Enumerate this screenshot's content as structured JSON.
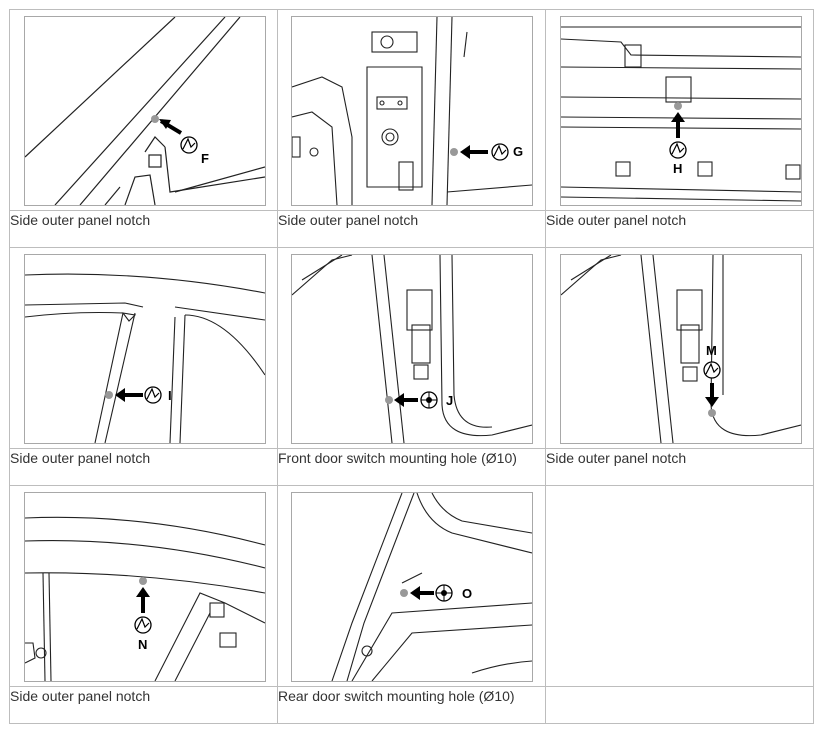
{
  "panels": [
    {
      "letter": "F",
      "caption": "Side outer panel notch",
      "symbol": "notch"
    },
    {
      "letter": "G",
      "caption": "Side outer panel notch",
      "symbol": "notch"
    },
    {
      "letter": "H",
      "caption": "Side outer panel notch",
      "symbol": "notch"
    },
    {
      "letter": "I",
      "caption": "Side outer panel notch",
      "symbol": "notch"
    },
    {
      "letter": "J",
      "caption": "Front door switch mounting hole (Ø10)",
      "symbol": "hole"
    },
    {
      "letter": "M",
      "caption": "Side outer panel notch",
      "symbol": "notch"
    },
    {
      "letter": "N",
      "caption": "Side outer panel notch",
      "symbol": "notch"
    },
    {
      "letter": "O",
      "caption": "Rear door switch mounting hole (Ø10)",
      "symbol": "hole"
    }
  ],
  "colors": {
    "border": "#bdbdbd",
    "line": "#222222",
    "text": "#333333"
  }
}
